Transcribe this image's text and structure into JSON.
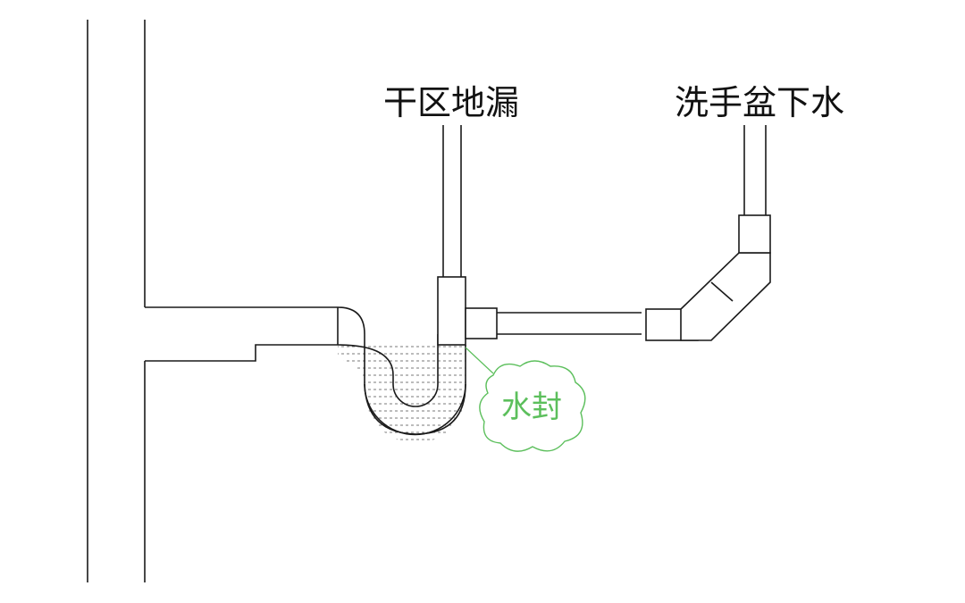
{
  "labels": {
    "dry_floor_drain": "干区地漏",
    "basin_drain": "洗手盆下水",
    "water_seal": "水封"
  },
  "colors": {
    "line": "#1a1a1a",
    "accent": "#5cbf5c",
    "water": "#7a7a7a"
  }
}
